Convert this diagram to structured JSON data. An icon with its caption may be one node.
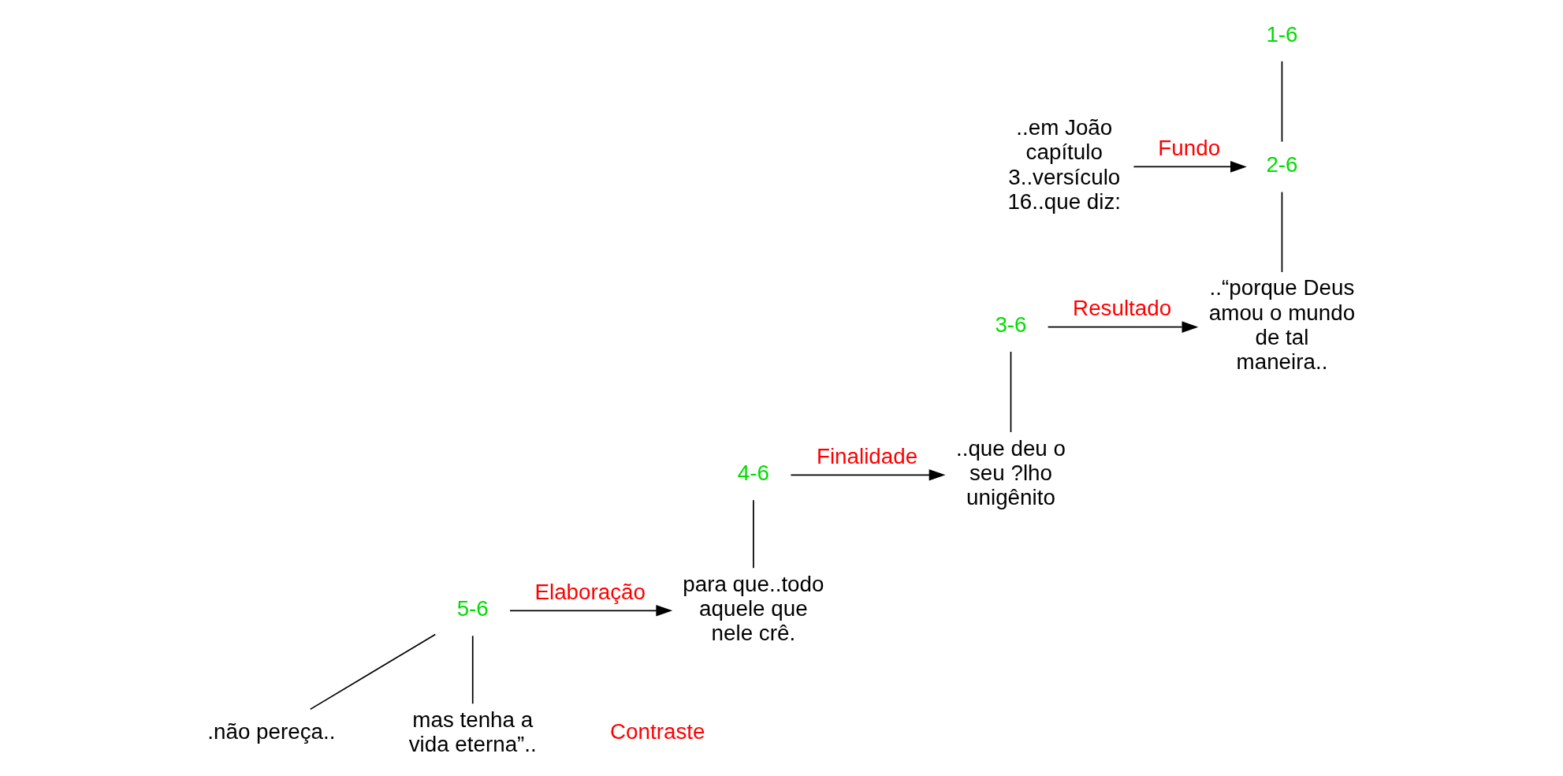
{
  "diagram": {
    "nodes": [
      {
        "text": [
          "1-6"
        ]
      },
      {
        "text": [
          "..em João capítulo 3..versículo 16..que diz:"
        ]
      },
      {
        "text": [
          "2-6"
        ]
      },
      {
        "text": [
          "..“porque Deus amou o mundo de tal maneira.."
        ]
      },
      {
        "text": [
          "3-6"
        ]
      },
      {
        "text": [
          "..que deu o seu ?lho unigênito"
        ]
      },
      {
        "text": [
          "4-6"
        ]
      },
      {
        "text": [
          "para que..todo aquele que nele crê."
        ]
      },
      {
        "text": [
          "5-6"
        ]
      },
      {
        "text": [
          ".não pereça.."
        ]
      },
      {
        "text": [
          "mas tenha a vida eterna”.."
        ]
      }
    ],
    "edges": [
      {
        "from": 0,
        "to": 2,
        "arrow": "none"
      },
      {
        "from": 1,
        "to": 2,
        "arrow": "to",
        "label": "Fundo"
      },
      {
        "from": 2,
        "to": 3,
        "arrow": "none"
      },
      {
        "from": 4,
        "to": 3,
        "arrow": "to",
        "label": "Resultado"
      },
      {
        "from": 4,
        "to": 5,
        "arrow": "none"
      },
      {
        "from": 6,
        "to": 5,
        "arrow": "to",
        "label": "Finalidade"
      },
      {
        "from": 6,
        "to": 7,
        "arrow": "none"
      },
      {
        "from": 8,
        "to": 7,
        "arrow": "to",
        "label": "Elaboração"
      },
      {
        "from": 8,
        "to": 9,
        "arrow": "none"
      },
      {
        "from": 8,
        "to": 10,
        "arrow": "none"
      }
    ],
    "labels": [
      "Contraste"
    ]
  }
}
